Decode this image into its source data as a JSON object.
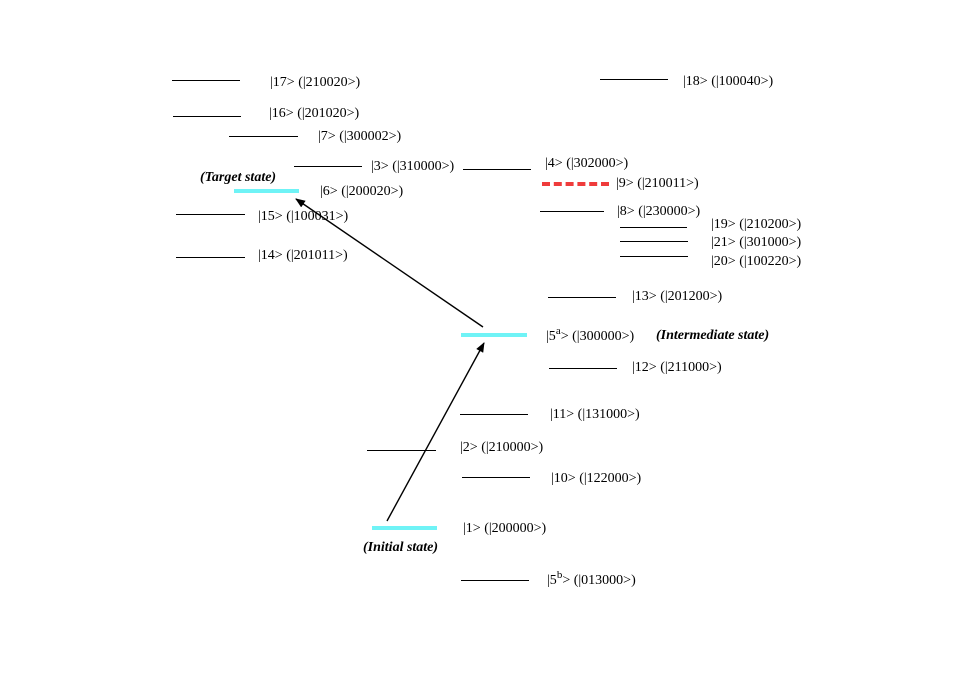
{
  "states": {
    "s17": "|17> (|210020>)",
    "s18": "|18> (|100040>)",
    "s16": "|16> (|201020>)",
    "s7": "|7> (|300002>)",
    "s3": "|3> (|310000>)",
    "s4": "|4> (|302000>)",
    "s9": "|9> (|210011>)",
    "s6": "|6> (|200020>)",
    "s8": "|8> (|230000>)",
    "s15": "|15> (|100031>)",
    "s19": "|19> (|210200>)",
    "s21": "|21> (|301000>)",
    "s14": "|14> (|201011>)",
    "s20": "|20> (|100220>)",
    "s13": "|13> (|201200>)",
    "s5a_pre": "|5",
    "s5a_sup": "a",
    "s5a_post": "> (|300000>)",
    "s12": "|12> (|211000>)",
    "s11": "|11> (|131000>)",
    "s2": "|2> (|210000>)",
    "s10": "|10> (|122000>)",
    "s1": "|1> (|200000>)",
    "s5b_pre": "|5",
    "s5b_sup": "b",
    "s5b_post": "> (|013000>)"
  },
  "tags": {
    "target": "(Target state)",
    "intermediate": "(Intermediate state)",
    "initial": "(Initial state)"
  },
  "colors": {
    "highlight": "#6ff3f6",
    "dashed": "#ef3b3b",
    "line": "#000000"
  }
}
